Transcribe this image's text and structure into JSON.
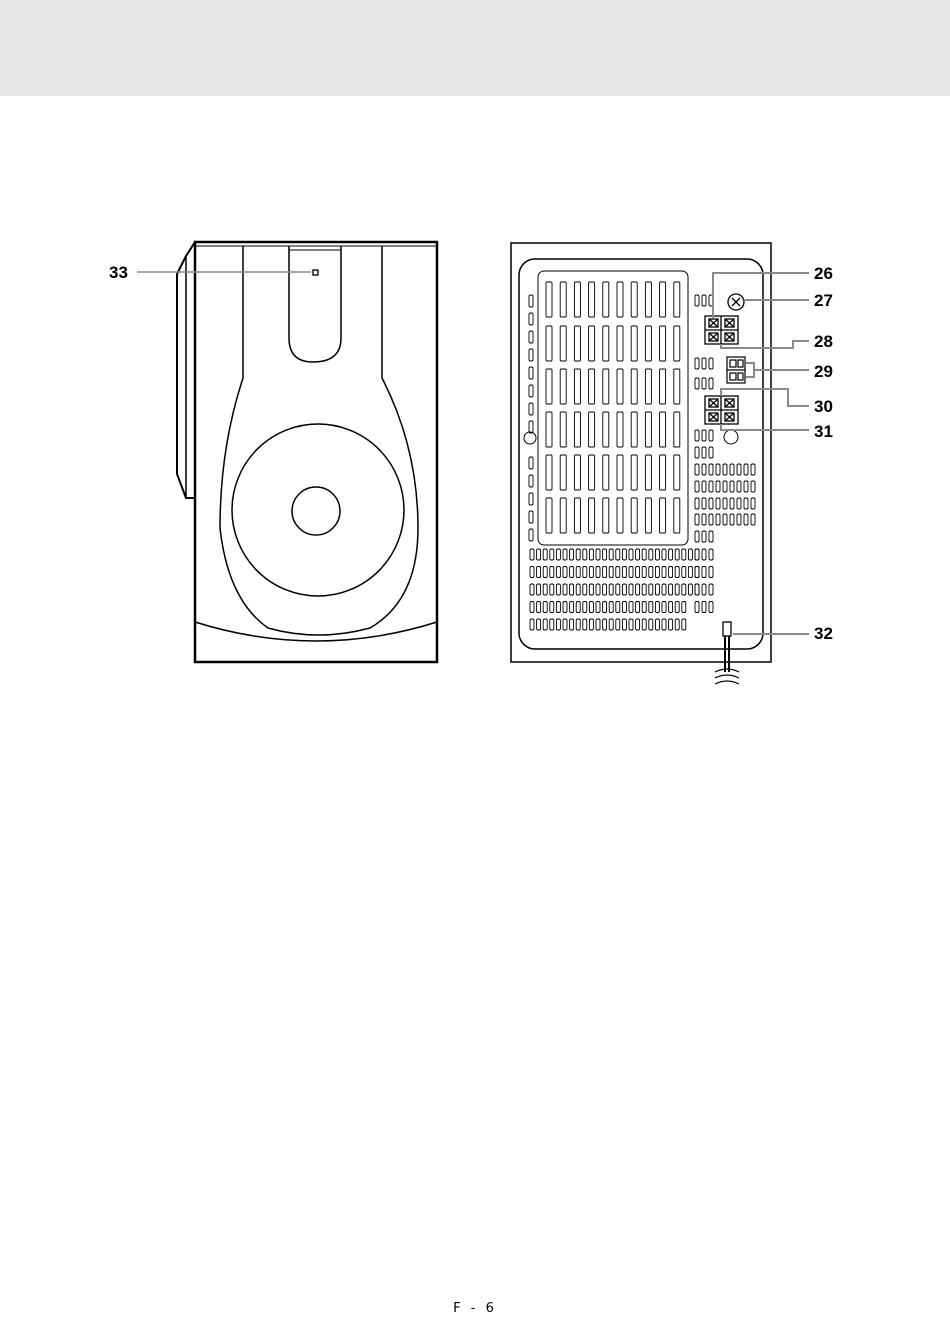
{
  "callouts": {
    "c26": "26",
    "c27": "27",
    "c28": "28",
    "c29": "29",
    "c30": "30",
    "c31": "31",
    "c32": "32",
    "c33": "33"
  },
  "footer": {
    "page_number": "F - 6"
  }
}
